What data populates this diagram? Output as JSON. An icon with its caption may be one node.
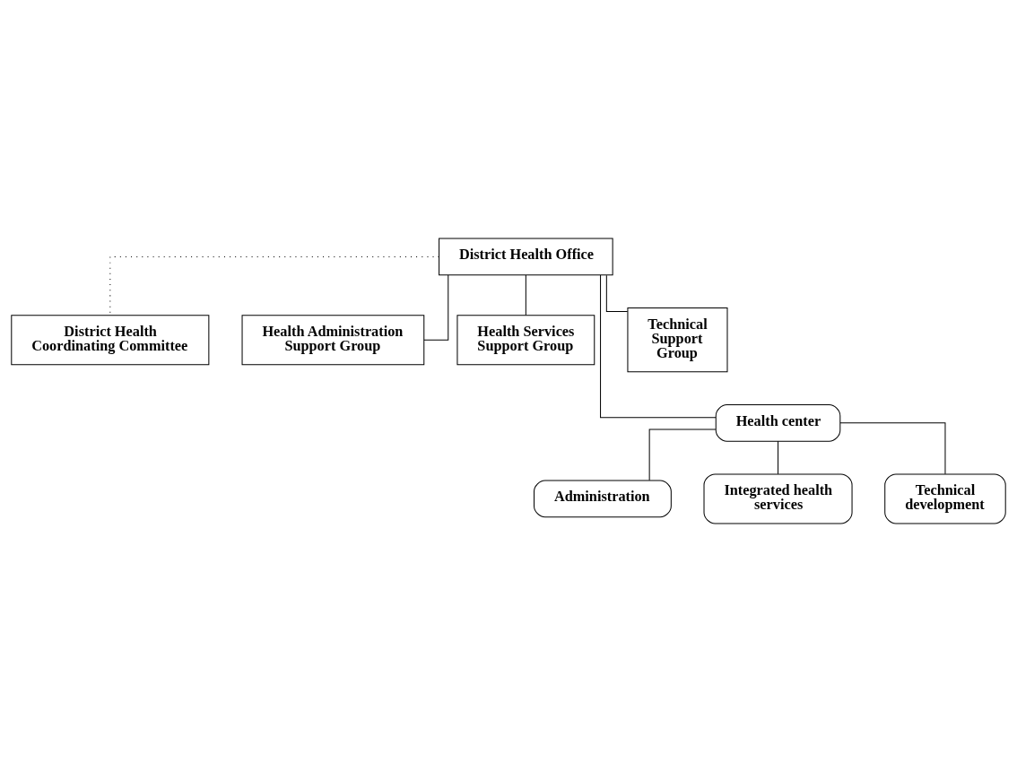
{
  "diagram": {
    "nodes": [
      {
        "text": [
          "District Health Office"
        ]
      },
      {
        "text": [
          "District Health Coordinating Committee"
        ]
      },
      {
        "text": [
          "Health Administration Support Group"
        ]
      },
      {
        "text": [
          "Health Services Support Group"
        ]
      },
      {
        "text": [
          "Technical Support Group"
        ]
      },
      {
        "text": [
          "Health center"
        ]
      },
      {
        "text": [
          "Administration"
        ]
      },
      {
        "text": [
          "Integrated health services"
        ]
      },
      {
        "text": [
          "Technical development"
        ]
      }
    ],
    "edges": [
      {
        "from": 1,
        "to": 0,
        "arrow": "none",
        "style": "dashed"
      },
      {
        "from": 0,
        "to": 2,
        "arrow": "none"
      },
      {
        "from": 0,
        "to": 3,
        "arrow": "none"
      },
      {
        "from": 0,
        "to": 4,
        "arrow": "none"
      },
      {
        "from": 0,
        "to": 5,
        "arrow": "none"
      },
      {
        "from": 5,
        "to": 6,
        "arrow": "none"
      },
      {
        "from": 5,
        "to": 7,
        "arrow": "none"
      },
      {
        "from": 5,
        "to": 8,
        "arrow": "none"
      }
    ]
  }
}
